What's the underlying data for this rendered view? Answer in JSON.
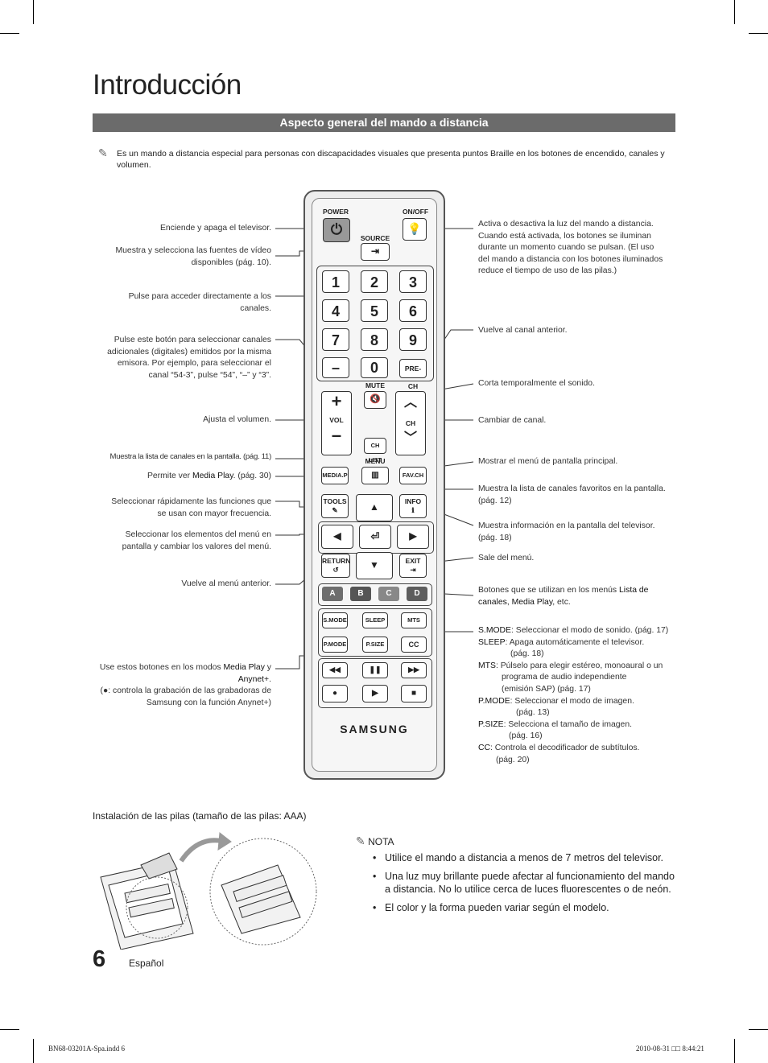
{
  "page_title": "Introducción",
  "section_title": "Aspecto general del mando a distancia",
  "intro_note": "Es un mando a distancia especial para personas con discapacidades visuales que presenta puntos Braille en los botones de encendido, canales y volumen.",
  "left_labels": {
    "power": "Enciende y apaga el televisor.",
    "source": "Muestra y selecciona las fuentes de vídeo disponibles (pág. 10).",
    "numbers": "Pulse para acceder directamente a los canales.",
    "dash": "Pulse este botón para seleccionar canales adicionales (digitales) emitidos por la misma emisora. Por ejemplo, para seleccionar el canal “54-3”, pulse “54”, “–” y “3”.",
    "vol": "Ajusta el volumen.",
    "chlist": "Muestra la lista de canales en la pantalla. (pág. 11)",
    "mediap_pre": "Permite ver ",
    "mediap_bold": "Media Play",
    "mediap_post": ". (pág. 30)",
    "tools": "Seleccionar rápidamente las funciones que se usan con mayor frecuencia.",
    "arrows": "Seleccionar los elementos del menú en pantalla y cambiar los valores del menú.",
    "return": "Vuelve al menú anterior.",
    "playback_1": "Use estos botones en los modos ",
    "playback_b1": "Media Play",
    "playback_2": " y ",
    "playback_b2": "Anynet+",
    "playback_3": ".",
    "playback_4": "(●: controla la grabación de las grabadoras de Samsung con la función Anynet+)"
  },
  "right_labels": {
    "onoff": "Activa o desactiva la luz del mando a distancia. Cuando está activada, los botones se iluminan durante un momento cuando se pulsan. (El uso del mando a distancia con los botones iluminados reduce el tiempo de uso de las pilas.)",
    "prech": "Vuelve al canal anterior.",
    "mute": "Corta temporalmente el sonido.",
    "ch": "Cambiar de canal.",
    "menu": "Mostrar el menú de pantalla principal.",
    "favch": "Muestra la lista de canales favoritos en la pantalla. (pág. 12)",
    "info": "Muestra información en la pantalla del televisor. (pág. 18)",
    "exit": "Sale del menú.",
    "abcd_pre": "Botones que se utilizan en los menús ",
    "abcd_b1": "Lista de canales",
    "abcd_mid": ", ",
    "abcd_b2": "Media Play",
    "abcd_post": ", etc.",
    "smode_k": "S.MODE",
    "smode_v": ": Seleccionar el modo de sonido. (pág. 17)",
    "sleep_k": "SLEEP",
    "sleep_v": ": Apaga automáticamente el televisor.",
    "sleep_p": "(pág. 18)",
    "mts_k": "MTS",
    "mts_v": ": Púlselo para elegir estéreo, monoaural o un",
    "mts_v2": "programa de audio independiente",
    "mts_v3": "(emisión SAP) (pág. 17)",
    "pmode_k": "P.MODE",
    "pmode_v": ": Seleccionar el modo de imagen.",
    "pmode_p": "(pág. 13)",
    "psize_k": "P.SIZE",
    "psize_v": ": Selecciona el tamaño de imagen.",
    "psize_p": "(pág. 16)",
    "cc_k": "CC",
    "cc_v": ": Controla el decodificador de subtítulos.",
    "cc_p": "(pág. 20)"
  },
  "remote": {
    "power": "POWER",
    "onoff": "ON/OFF",
    "source": "SOURCE",
    "digits": [
      "1",
      "2",
      "3",
      "4",
      "5",
      "6",
      "7",
      "8",
      "9"
    ],
    "dash": "–",
    "zero": "0",
    "prech": "PRE-CH",
    "mute": "MUTE",
    "vol": "VOL",
    "ch": "CH",
    "chlist": "CH LIST",
    "menu": "MENU",
    "mediap": "MEDIA.P",
    "favch": "FAV.CH",
    "tools": "TOOLS",
    "info": "INFO",
    "return": "RETURN",
    "exit": "EXIT",
    "a": "A",
    "b": "B",
    "c": "C",
    "d": "D",
    "smode": "S.MODE",
    "sleep": "SLEEP",
    "mts": "MTS",
    "pmode": "P.MODE",
    "psize": "P.SIZE",
    "cc": "CC",
    "brand": "SAMSUNG",
    "colors": {
      "a": "#6e6e6e",
      "b": "#555555",
      "c": "#888888",
      "d": "#5d5d5d"
    }
  },
  "battery": {
    "heading_pre": "Instalación de las pilas (",
    "heading_mid": "tamaño de las pilas: AAA",
    "heading_post": ")"
  },
  "nota": {
    "heading": "NOTA",
    "items": [
      "Utilice el mando a distancia a menos de 7 metros del televisor.",
      "Una luz muy brillante puede afectar al funcionamiento del mando a distancia. No lo utilice cerca de luces fluorescentes o de neón.",
      "El color y la forma pueden variar según el modelo."
    ]
  },
  "page_number": "6",
  "language": "Español",
  "footer_left": "BN68-03201A-Spa.indd   6",
  "footer_right": "2010-08-31   □□ 8:44:21"
}
